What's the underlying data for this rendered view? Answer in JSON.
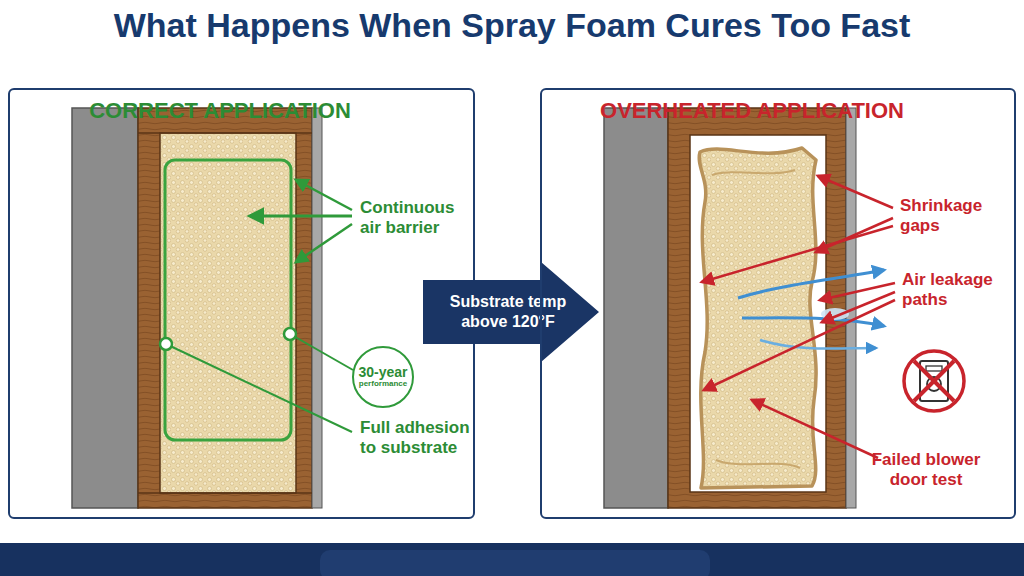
{
  "diagram": {
    "title": "What Happens When Spray Foam Cures Too Fast",
    "nodes": [
      {
        "text": [
          "CORRECT APPLICATION"
        ]
      },
      {
        "text": [
          "30-year",
          "performance"
        ],
        "in": 0
      },
      {
        "text": [
          "Substrate temp above 120°F"
        ]
      },
      {
        "text": [
          "OVERHEATED APPLICATION"
        ]
      }
    ],
    "labels": [
      "Continuous air barrier",
      "Full adhesion to substrate",
      "Shrinkage gaps",
      "Air leakage paths",
      "Failed blower door test"
    ]
  }
}
